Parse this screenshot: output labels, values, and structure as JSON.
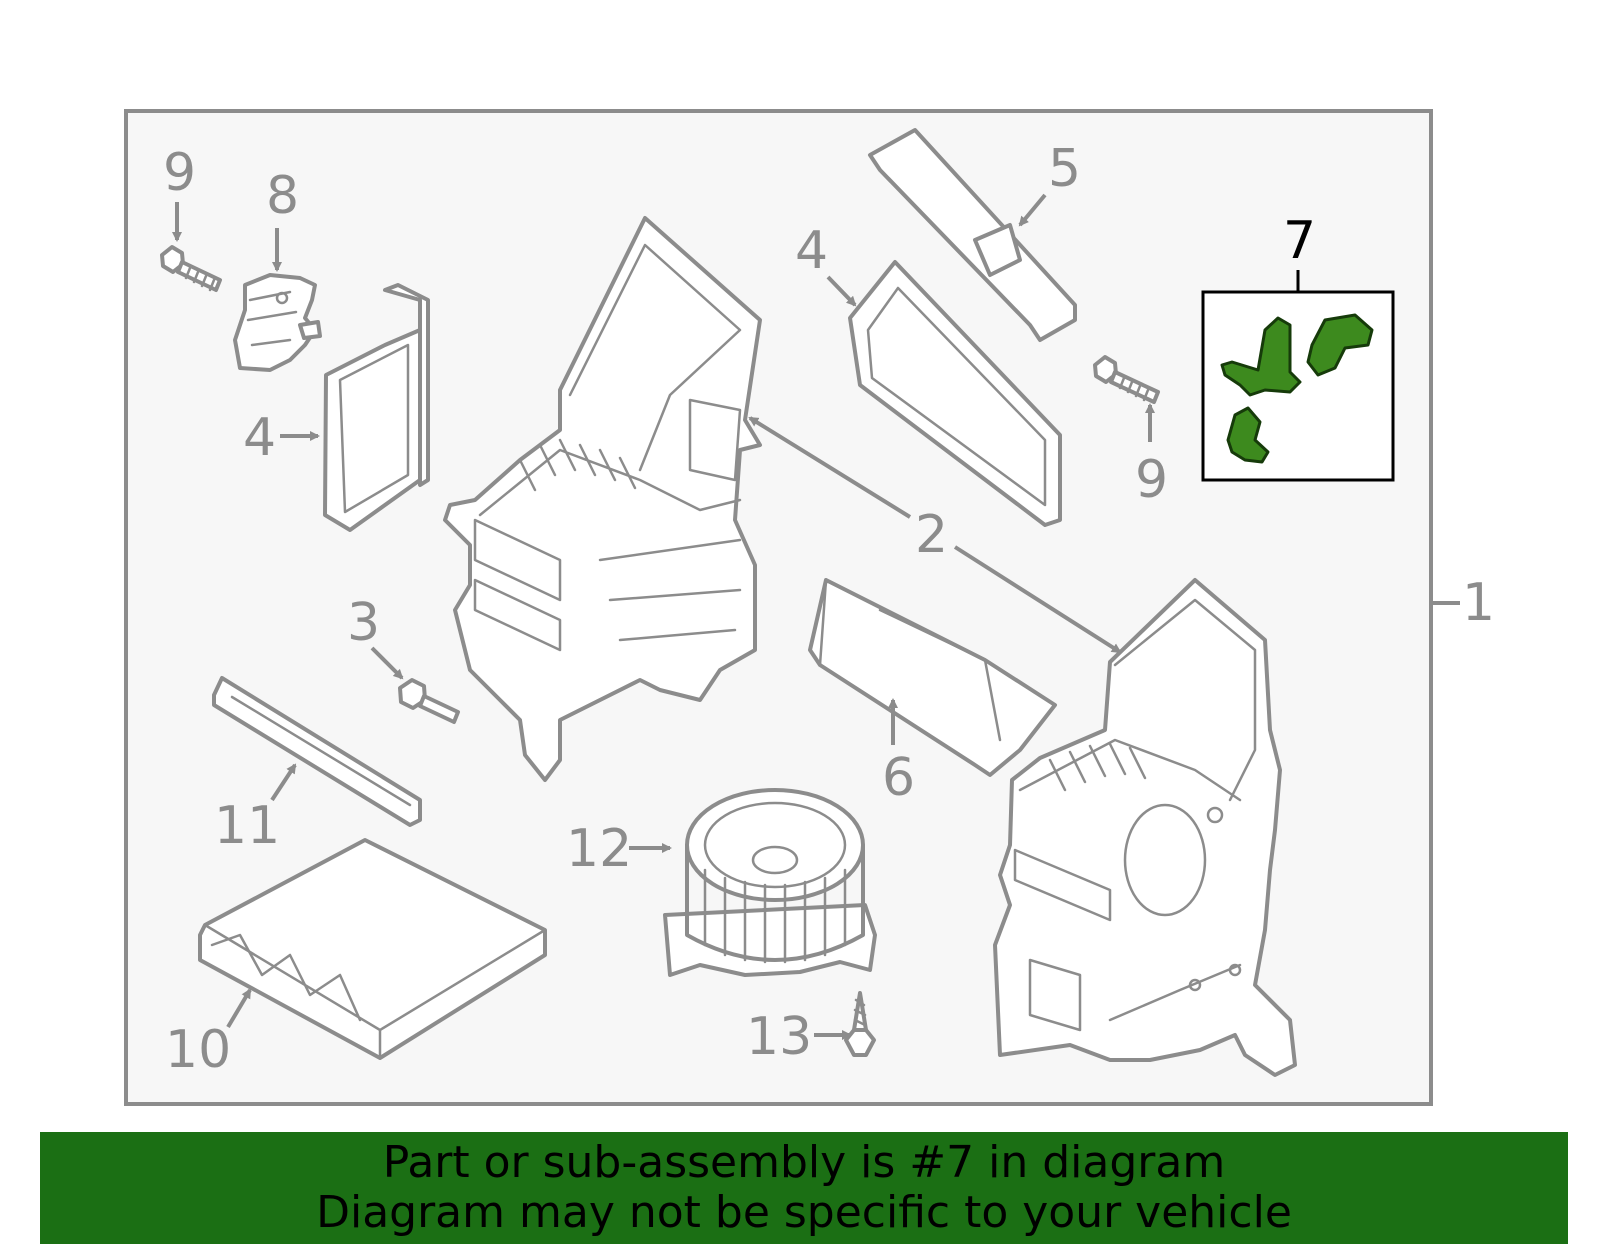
{
  "callouts": {
    "c1": "1",
    "c2": "2",
    "c3": "3",
    "c4a": "4",
    "c4b": "4",
    "c5": "5",
    "c6": "6",
    "c7": "7",
    "c8": "8",
    "c9a": "9",
    "c9b": "9",
    "c10": "10",
    "c11": "11",
    "c12": "12",
    "c13": "13"
  },
  "highlighted_part": "7",
  "colors": {
    "highlight_fill": "#3d8a1e",
    "banner_bg": "#1b6f14",
    "line_gray": "#8c8c8c",
    "panel_bg": "#f7f7f7"
  },
  "banner": {
    "line1": "Part or sub-assembly is #7 in diagram",
    "line2": "Diagram may not be specific to your vehicle"
  }
}
